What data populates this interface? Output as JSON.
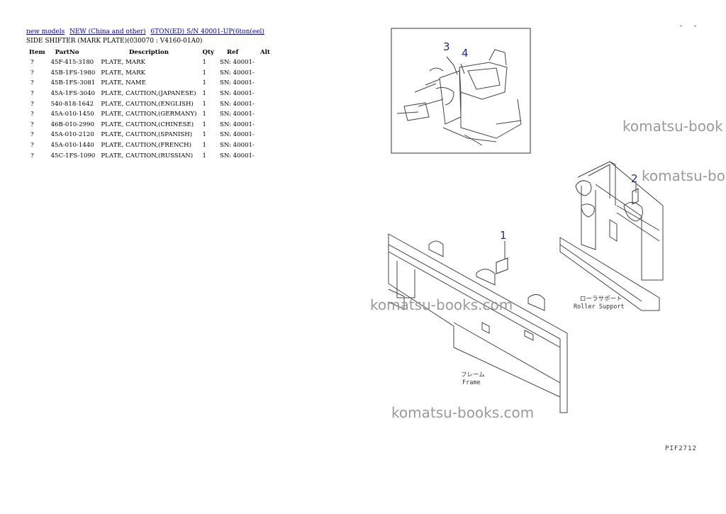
{
  "breadcrumb": {
    "link1": "new models",
    "link2": "NEW (China and other)",
    "link3": "6TON(ED) S/N 40001-UP(6ton(eel)"
  },
  "heading": "SIDE SHIFTER (MARK PLATE)(030070 : V4160-01A0)",
  "table": {
    "headers": {
      "item": "Item",
      "partno": "PartNo",
      "description": "Description",
      "qty": "Qty",
      "ref": "Ref",
      "alt": "Alt"
    },
    "rows": [
      {
        "item": "?",
        "partno": "45F-415-3180",
        "description": "PLATE, MARK",
        "qty": "1",
        "ref": "SN: 40001-"
      },
      {
        "item": "?",
        "partno": "45B-1FS-1980",
        "description": "PLATE, MARK",
        "qty": "1",
        "ref": "SN: 40001-"
      },
      {
        "item": "?",
        "partno": "45B-1FS-3081",
        "description": "PLATE, NAME",
        "qty": "1",
        "ref": "SN: 40001-"
      },
      {
        "item": "?",
        "partno": "45A-1FS-3040",
        "description": "PLATE, CAUTION,(JAPANESE)",
        "qty": "1",
        "ref": "SN: 40001-"
      },
      {
        "item": "?",
        "partno": "540-818-1642",
        "description": "PLATE, CAUTION,(ENGLISH)",
        "qty": "1",
        "ref": "SN: 40001-"
      },
      {
        "item": "?",
        "partno": "45A-010-1450",
        "description": "PLATE, CAUTION,(GERMANY)",
        "qty": "1",
        "ref": "SN: 40001-"
      },
      {
        "item": "?",
        "partno": "46B-010-2990",
        "description": "PLATE, CAUTION,(CHINESE)",
        "qty": "1",
        "ref": "SN: 40001-"
      },
      {
        "item": "?",
        "partno": "45A-010-2120",
        "description": "PLATE, CAUTION,(SPANISH)",
        "qty": "1",
        "ref": "SN: 40001-"
      },
      {
        "item": "?",
        "partno": "45A-010-1440",
        "description": "PLATE, CAUTION,(FRENCH)",
        "qty": "1",
        "ref": "SN: 40001-"
      },
      {
        "item": "?",
        "partno": "45C-1FS-1090",
        "description": "PLATE, CAUTION,(RUSSIAN)",
        "qty": "1",
        "ref": "SN: 40001-"
      }
    ]
  },
  "corner_marks": [
    "-",
    "-"
  ],
  "watermarks": [
    "komatsu-book",
    "komatsu-bo",
    "komatsu-books.com",
    "komatsu-books.com"
  ],
  "diagram": {
    "callouts": [
      "3",
      "4",
      "2",
      "1"
    ],
    "label_roller_jp": "ローラサポート",
    "label_roller_en": "Roller Support",
    "label_frame_jp": "フレーム",
    "label_frame_en": "Frame",
    "figure_code": "PIF2712"
  },
  "colors": {
    "link": "#0000cc",
    "callout": "#1a2a9a",
    "watermark": "#9a9a9a"
  }
}
